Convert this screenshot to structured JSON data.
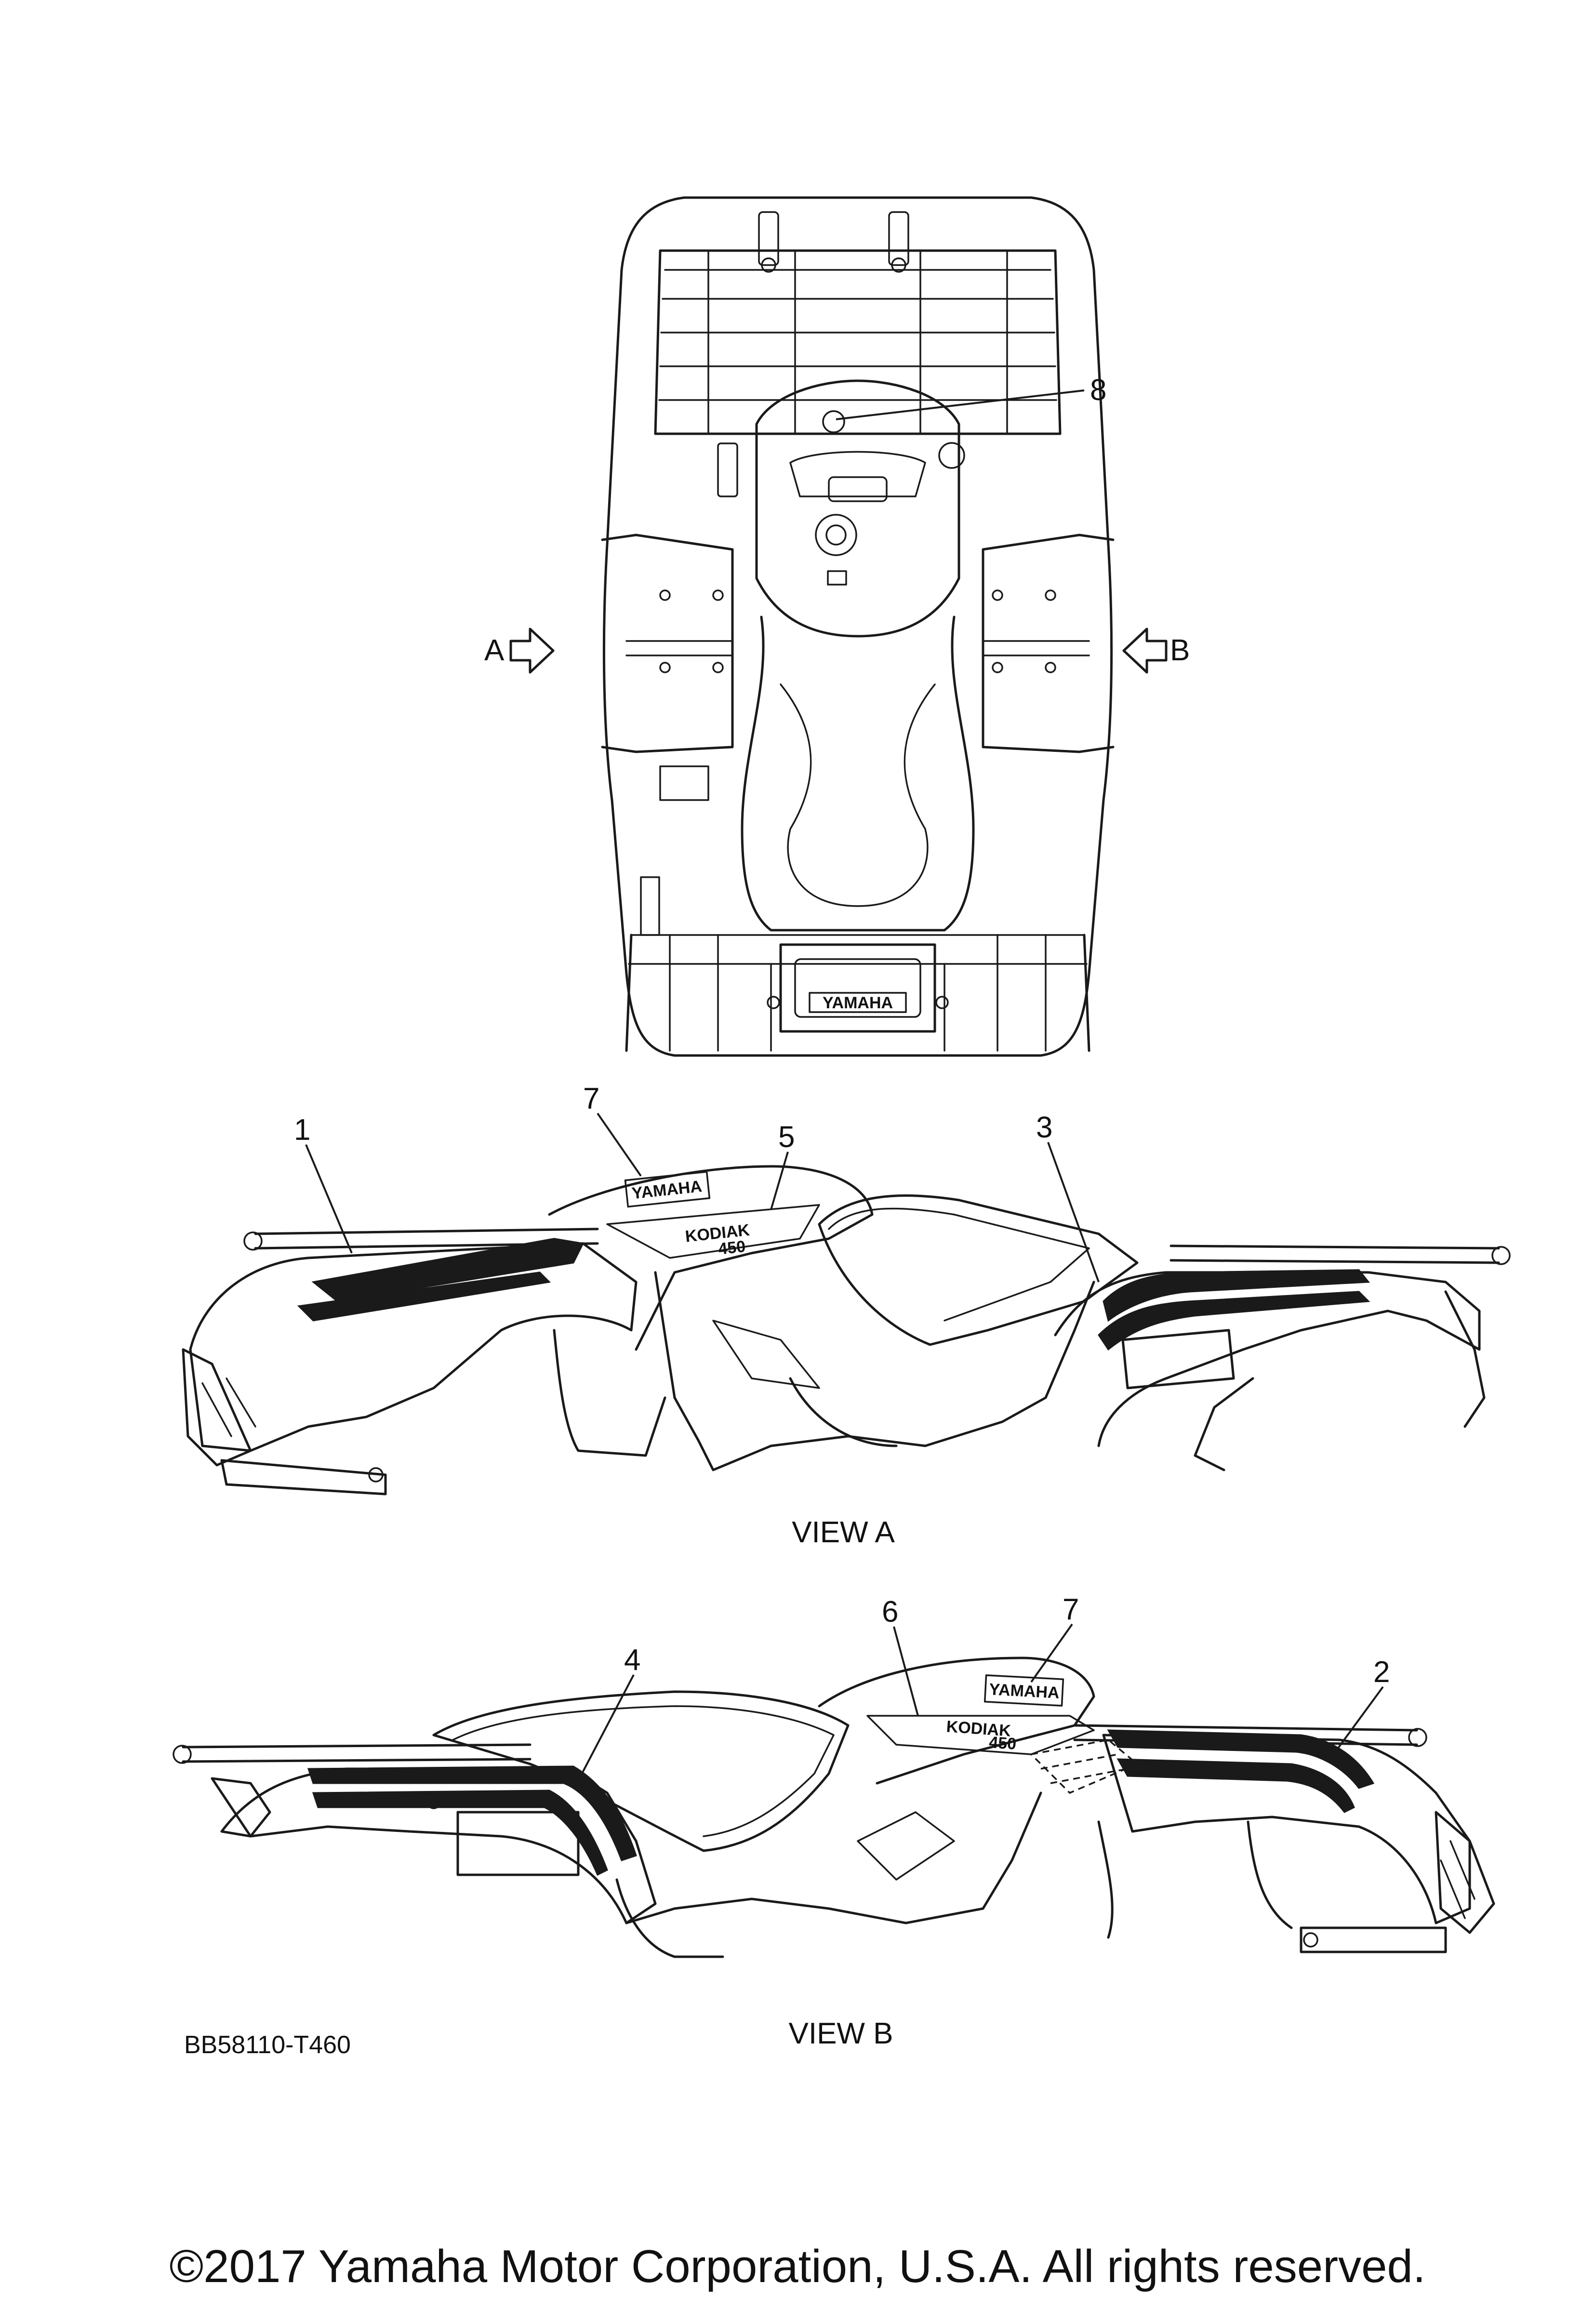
{
  "top_view": {
    "callouts": [
      {
        "label": "8"
      }
    ],
    "arrows": [
      {
        "label": "A"
      },
      {
        "label": "B"
      }
    ],
    "rack_badge": "YAMAHA"
  },
  "view_a": {
    "caption": "VIEW A",
    "callouts": [
      {
        "label": "1"
      },
      {
        "label": "7"
      },
      {
        "label": "5"
      },
      {
        "label": "3"
      }
    ],
    "emblem_text": "YAMAHA",
    "model_text": "KODIAK",
    "sub_text": "450"
  },
  "view_b": {
    "caption": "VIEW B",
    "callouts": [
      {
        "label": "4"
      },
      {
        "label": "6"
      },
      {
        "label": "7"
      },
      {
        "label": "2"
      }
    ],
    "emblem_text": "YAMAHA",
    "model_text": "KODIAK",
    "sub_text": "450"
  },
  "diagram_code": "BB58110-T460",
  "copyright": "©2017 Yamaha Motor Corporation, U.S.A. All rights reserved."
}
